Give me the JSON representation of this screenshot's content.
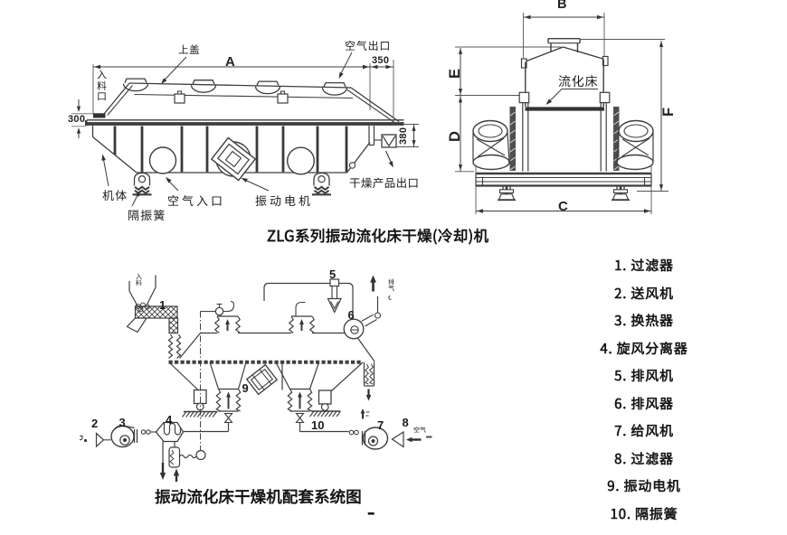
{
  "page": {
    "background": "#ffffff"
  },
  "figure1": {
    "caption": "ZLG系列振动流化床干燥(冷却)机",
    "side_view": {
      "labels": {
        "top_cover": "上盖",
        "air_outlet": "空气出口",
        "feed_inlet": "入料口",
        "machine_body": "机体",
        "isolation_spring": "隔振簧",
        "air_inlet": "空气入口",
        "vibration_motor": "振动电机",
        "product_outlet": "干燥产品出口"
      },
      "dimensions": {
        "length": "A",
        "d300": "300",
        "d350": "350",
        "d380": "380"
      }
    },
    "end_view": {
      "labels": {
        "fluidized_bed": "流化床"
      },
      "dimensions": {
        "b": "B",
        "c": "C",
        "d": "D",
        "e": "E",
        "f": "F"
      }
    }
  },
  "figure2": {
    "caption": "振动流化床干燥机配套系统图",
    "component_numbers": [
      "1",
      "2",
      "3",
      "4",
      "5",
      "6",
      "7",
      "8",
      "9",
      "10"
    ],
    "annotations": {
      "feed": "入料",
      "exhaust": "排气",
      "air": "空气"
    },
    "stray_dash": "-"
  },
  "legend": {
    "items": [
      "1. 过滤器",
      "2. 送风机",
      "3. 换热器",
      "4. 旋风分离器",
      "5. 排风机",
      "6. 排风器",
      "7. 给风机",
      "8. 过滤器",
      "9. 振动电机",
      "10. 隔振簧"
    ]
  }
}
